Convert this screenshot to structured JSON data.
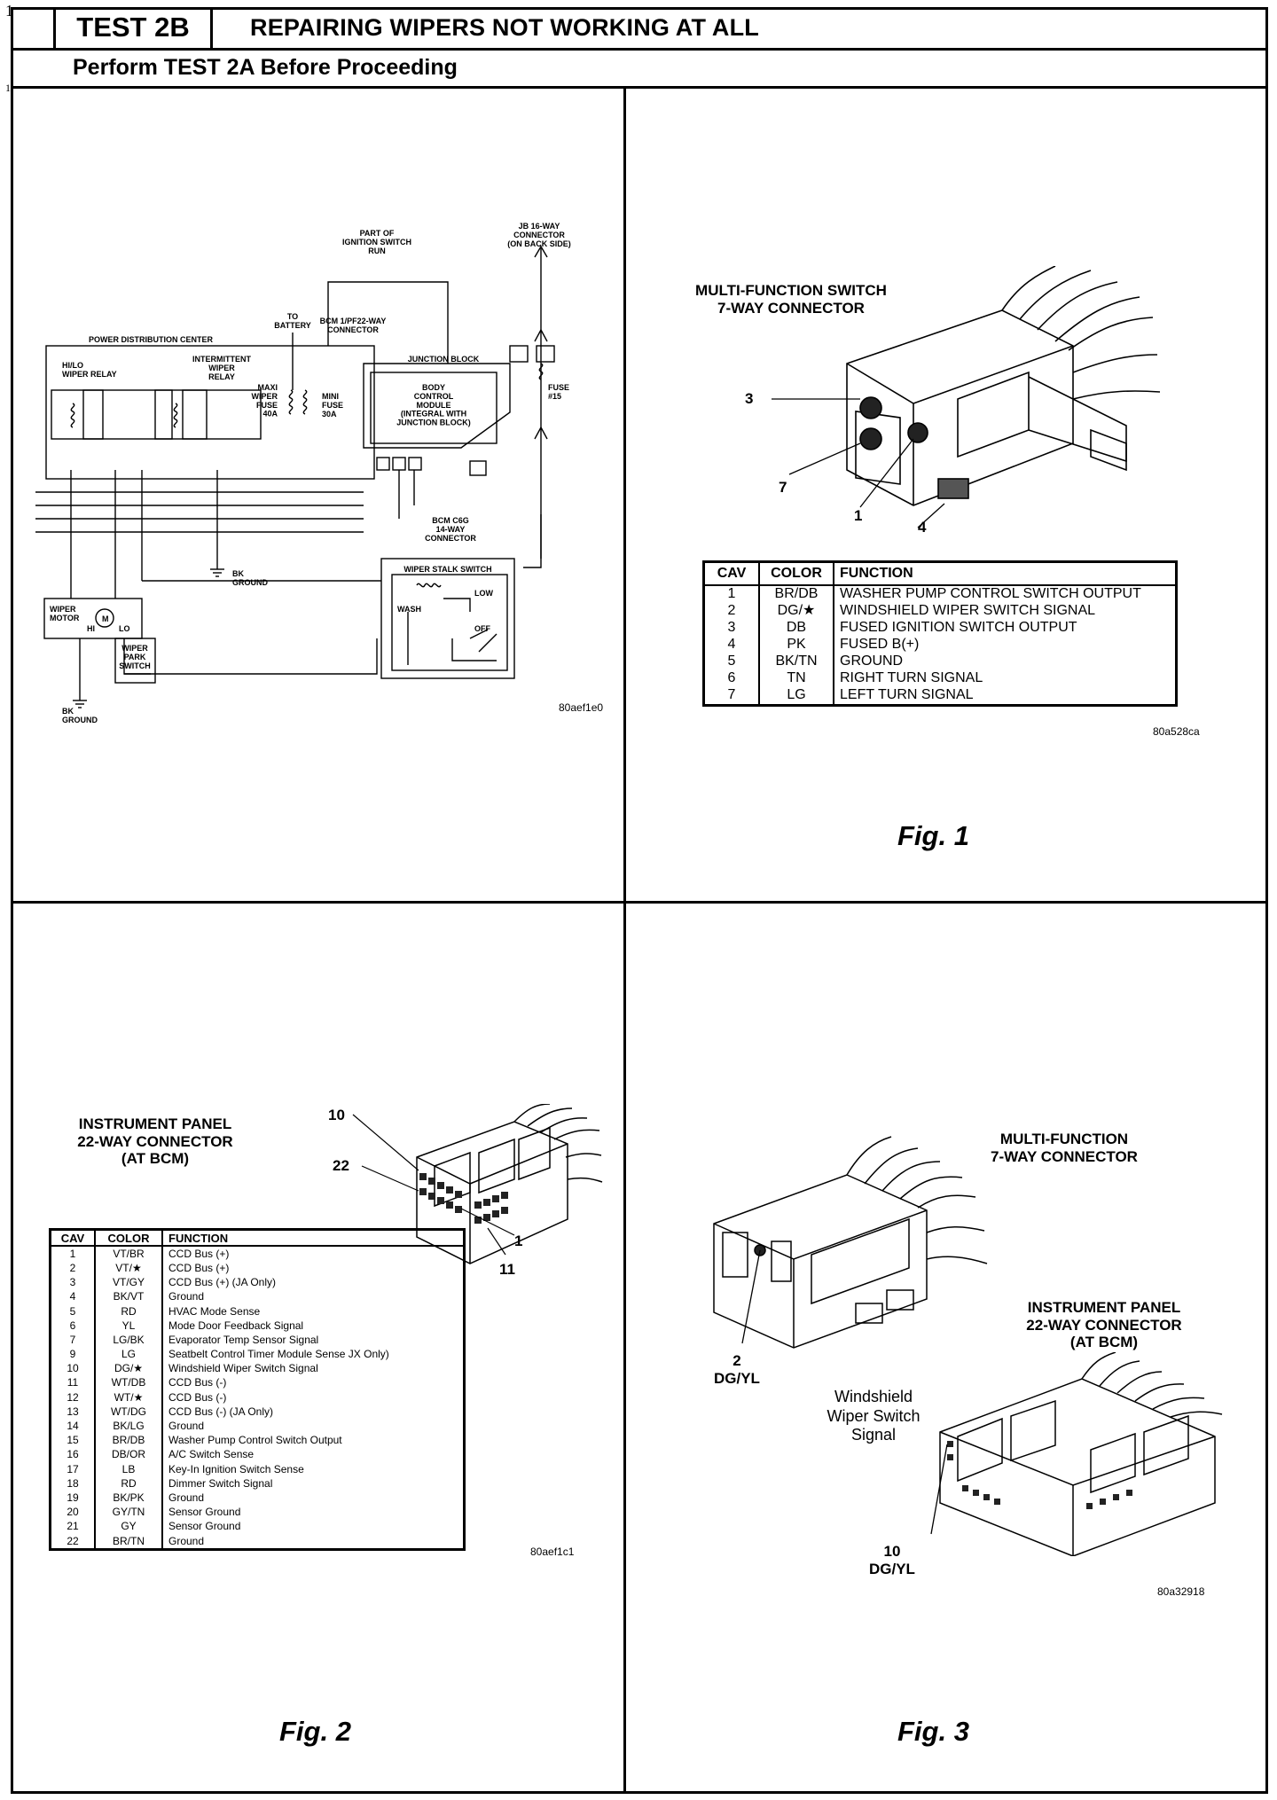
{
  "page_marker": "1",
  "page_marker_small": "1",
  "header": {
    "test_id": "TEST 2B",
    "title": "REPAIRING WIPERS NOT WORKING AT ALL",
    "prerequisite": "Perform TEST 2A Before Proceeding"
  },
  "schematic": {
    "code": "80aef1e0",
    "labels": {
      "ignition": "PART OF\nIGNITION SWITCH\nRUN",
      "jb16": "JB 16-WAY\nCONNECTOR\n(ON BACK SIDE)",
      "battery": "TO\nBATTERY",
      "bcm_conn": "BCM 1/PF22-WAY\nCONNECTOR",
      "pdc": "POWER DISTRIBUTION CENTER",
      "hilo_relay": "HI/LO\nWIPER RELAY",
      "int_relay": "INTERMITTENT\nWIPER\nRELAY",
      "maxi_fuse": "MAXI\nWIPER\nFUSE\n40A",
      "mini_fuse": "MINI\nFUSE\n30A",
      "junction_block": "JUNCTION BLOCK",
      "bcm": "BODY\nCONTROL\nMODULE\n(INTEGRAL WITH\nJUNCTION BLOCK)",
      "bcm_c6": "BCM C6G\n14-WAY\nCONNECTOR",
      "ground1": "BK\nGROUND",
      "wiper_stalk": "WIPER STALK SWITCH",
      "wiper_motor": "WIPER\nMOTOR",
      "wiper_park": "WIPER\nPARK\nSWITCH",
      "ground2": "BK\nGROUND",
      "hi": "HI",
      "lo": "LO",
      "motor_m": "M",
      "wash": "WASH",
      "low": "LOW",
      "off": "OFF",
      "fuse_sym": "FUSE\n#15"
    }
  },
  "fig1": {
    "label": "Fig. 1",
    "connector_title": "MULTI-FUNCTION SWITCH\n7-WAY CONNECTOR",
    "callouts": [
      "3",
      "7",
      "1",
      "4"
    ],
    "code": "80a528ca",
    "table": {
      "headers": [
        "CAV",
        "COLOR",
        "FUNCTION"
      ],
      "rows": [
        [
          "1",
          "BR/DB",
          "WASHER PUMP CONTROL SWITCH OUTPUT"
        ],
        [
          "2",
          "DG/★",
          "WINDSHIELD WIPER SWITCH SIGNAL"
        ],
        [
          "3",
          "DB",
          "FUSED IGNITION SWITCH OUTPUT"
        ],
        [
          "4",
          "PK",
          "FUSED B(+)"
        ],
        [
          "5",
          "BK/TN",
          "GROUND"
        ],
        [
          "6",
          "TN",
          "RIGHT TURN SIGNAL"
        ],
        [
          "7",
          "LG",
          "LEFT TURN SIGNAL"
        ]
      ]
    }
  },
  "fig2": {
    "label": "Fig. 2",
    "connector_title": "INSTRUMENT PANEL\n22-WAY CONNECTOR\n(AT BCM)",
    "callouts": [
      "10",
      "22",
      "1",
      "11"
    ],
    "code": "80aef1c1",
    "table": {
      "headers": [
        "CAV",
        "COLOR",
        "FUNCTION"
      ],
      "rows": [
        [
          "1",
          "VT/BR",
          "CCD Bus (+)"
        ],
        [
          "2",
          "VT/★",
          "CCD Bus (+)"
        ],
        [
          "3",
          "VT/GY",
          "CCD Bus (+) (JA Only)"
        ],
        [
          "4",
          "BK/VT",
          "Ground"
        ],
        [
          "5",
          "RD",
          "HVAC Mode Sense"
        ],
        [
          "6",
          "YL",
          "Mode Door Feedback Signal"
        ],
        [
          "7",
          "LG/BK",
          "Evaporator Temp Sensor Signal"
        ],
        [
          "9",
          "LG",
          "Seatbelt Control Timer Module Sense JX Only)"
        ],
        [
          "10",
          "DG/★",
          "Windshield Wiper Switch Signal"
        ],
        [
          "11",
          "WT/DB",
          "CCD Bus (-)"
        ],
        [
          "12",
          "WT/★",
          "CCD Bus (-)"
        ],
        [
          "13",
          "WT/DG",
          "CCD Bus (-) (JA Only)"
        ],
        [
          "14",
          "BK/LG",
          "Ground"
        ],
        [
          "15",
          "BR/DB",
          "Washer Pump Control Switch Output"
        ],
        [
          "16",
          "DB/OR",
          "A/C Switch Sense"
        ],
        [
          "17",
          "LB",
          "Key-In Ignition Switch Sense"
        ],
        [
          "18",
          "RD",
          "Dimmer Switch Signal"
        ],
        [
          "19",
          "BK/PK",
          "Ground"
        ],
        [
          "20",
          "GY/TN",
          "Sensor Ground"
        ],
        [
          "21",
          "GY",
          "Sensor Ground"
        ],
        [
          "22",
          "BR/TN",
          "Ground"
        ]
      ]
    }
  },
  "fig3": {
    "label": "Fig. 3",
    "mf_title": "MULTI-FUNCTION\n7-WAY CONNECTOR",
    "ip_title": "INSTRUMENT PANEL\n22-WAY CONNECTOR\n(AT BCM)",
    "pin2": "2\nDG/YL",
    "signal": "Windshield\nWiper Switch\nSignal",
    "pin10": "10\nDG/YL",
    "code": "80a32918"
  }
}
